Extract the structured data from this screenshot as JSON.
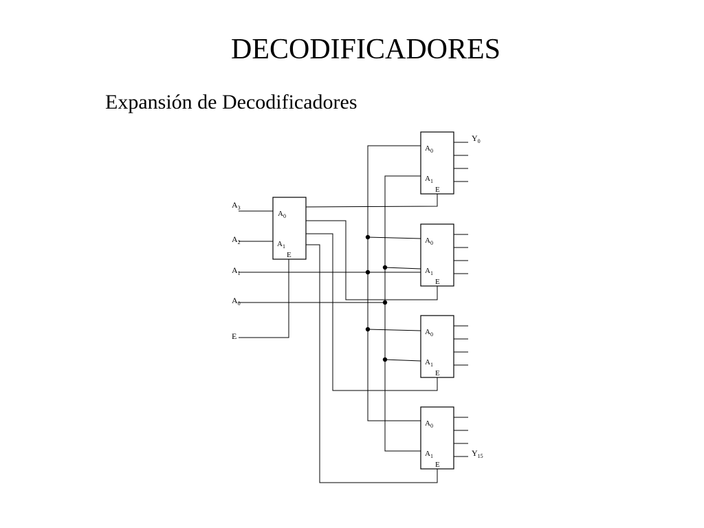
{
  "title": "DECODIFICADORES",
  "subtitle": "Expansión de Decodificadores",
  "first_stage": {
    "pin_a0": "A",
    "pin_a0_sub": "0",
    "pin_a1": "A",
    "pin_a1_sub": "1",
    "pin_e": "E"
  },
  "second_stage": [
    {
      "pin_a0": "A",
      "pin_a0_sub": "0",
      "pin_a1": "A",
      "pin_a1_sub": "1",
      "pin_e": "E"
    },
    {
      "pin_a0": "A",
      "pin_a0_sub": "0",
      "pin_a1": "A",
      "pin_a1_sub": "1",
      "pin_e": "E"
    },
    {
      "pin_a0": "A",
      "pin_a0_sub": "0",
      "pin_a1": "A",
      "pin_a1_sub": "1",
      "pin_e": "E"
    },
    {
      "pin_a0": "A",
      "pin_a0_sub": "0",
      "pin_a1": "A",
      "pin_a1_sub": "1",
      "pin_e": "E"
    }
  ],
  "inputs": [
    {
      "label": "A",
      "sub": "3"
    },
    {
      "label": "A",
      "sub": "2"
    },
    {
      "label": "A",
      "sub": "1"
    },
    {
      "label": "A",
      "sub": "0"
    },
    {
      "label": "E",
      "sub": ""
    }
  ],
  "outputs": {
    "first": {
      "label": "Y",
      "sub": "0"
    },
    "last": {
      "label": "Y",
      "sub": "15"
    }
  }
}
